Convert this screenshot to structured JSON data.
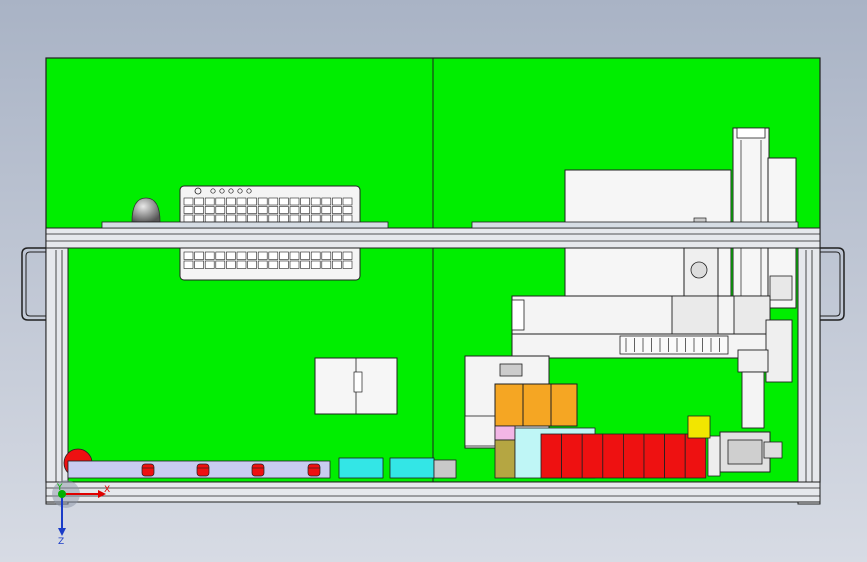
{
  "viewport": {
    "background_top": "#a9b3c5",
    "background_bottom": "#d7dbe4"
  },
  "colors": {
    "panel_green": "#00ee00",
    "frame_gray": "#d9dde3",
    "outline": "#202020",
    "orange": "#f5a623",
    "red": "#ee1111",
    "cyan": "#33e6e6",
    "yellow": "#f2e600",
    "light_blue": "#c8ccf0"
  },
  "triad": {
    "x_label": "X",
    "y_label": "Y",
    "z_label": "Z",
    "x_color": "#e00000",
    "y_color": "#00b000",
    "z_color": "#1a3cc8"
  }
}
